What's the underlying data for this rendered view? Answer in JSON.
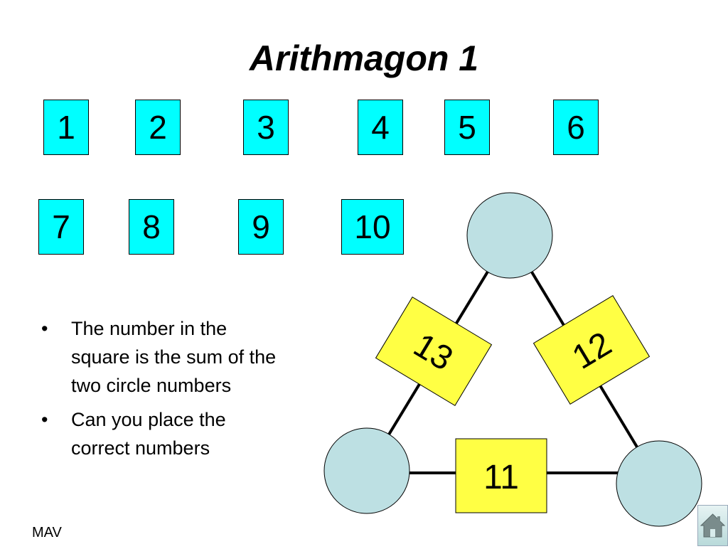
{
  "title": "Arithmagon 1",
  "number_tiles": [
    "1",
    "2",
    "3",
    "4",
    "5",
    "6",
    "7",
    "8",
    "9",
    "10"
  ],
  "squares": {
    "left": "13",
    "right": "12",
    "bottom": "11"
  },
  "instructions": [
    "The number in the square is the sum of the two circle numbers",
    "Can you place the correct numbers"
  ],
  "footer": "MAV",
  "colors": {
    "tile": "#00ffff",
    "square": "#ffff44",
    "circle": "#bde0e3"
  },
  "nav": {
    "home_icon": "home-icon"
  }
}
